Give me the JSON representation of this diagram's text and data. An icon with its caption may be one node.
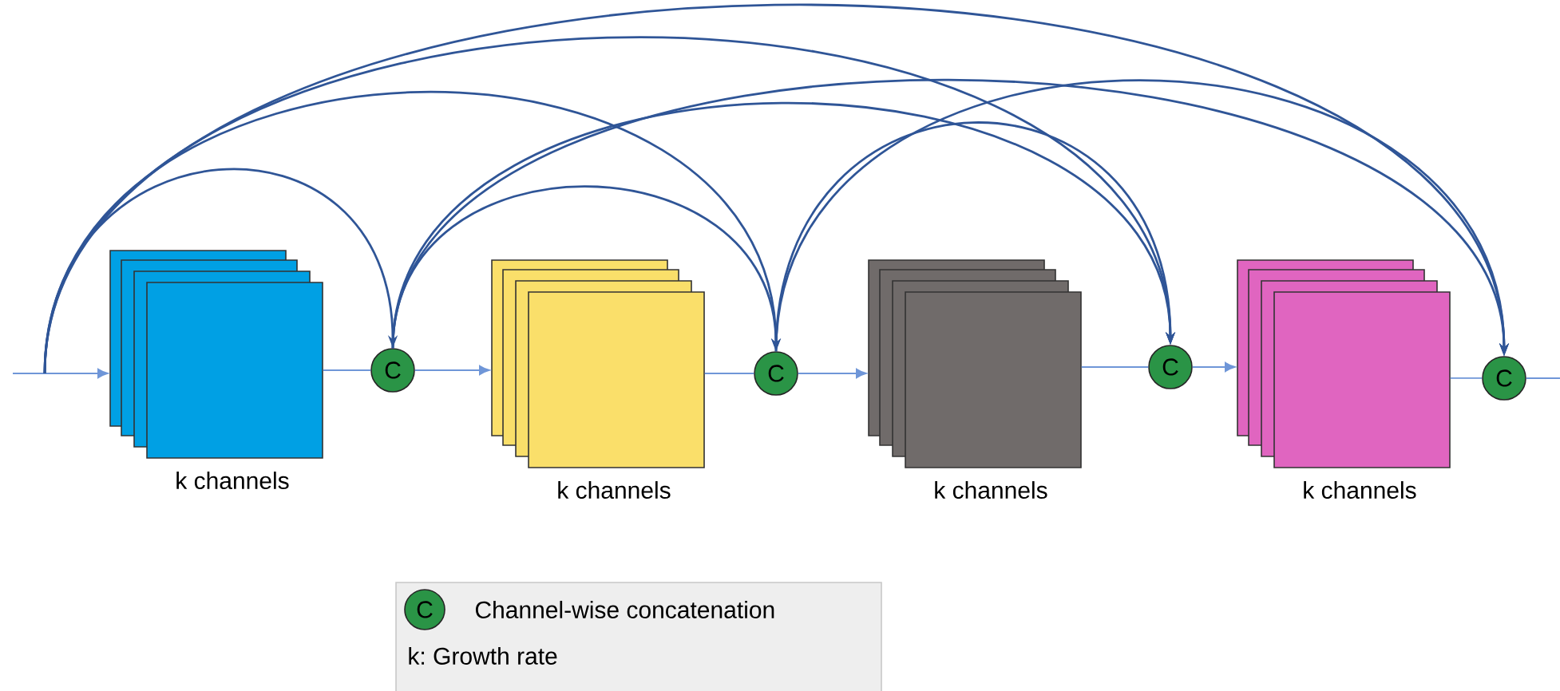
{
  "diagram": {
    "nodes": [
      {
        "text": [],
        "shape": "box",
        "beside": [
          "k channels"
        ]
      },
      {
        "text": [
          "C"
        ]
      },
      {
        "text": [],
        "shape": "box",
        "beside": [
          "k channels"
        ]
      },
      {
        "text": [
          "C"
        ]
      },
      {
        "text": [],
        "shape": "box",
        "beside": [
          "k channels"
        ]
      },
      {
        "text": [
          "C"
        ]
      },
      {
        "text": [],
        "shape": "box",
        "beside": [
          "k channels"
        ]
      },
      {
        "text": [
          "C"
        ]
      }
    ],
    "edges": [
      {
        "from": null,
        "to": 0,
        "arrow": "to",
        "color": "#6f96d8"
      },
      {
        "from": 0,
        "to": 1,
        "arrow": "none",
        "color": "#6f96d8"
      },
      {
        "from": 1,
        "to": 2,
        "arrow": "to",
        "color": "#6f96d8"
      },
      {
        "from": 2,
        "to": 3,
        "arrow": "none",
        "color": "#6f96d8"
      },
      {
        "from": 3,
        "to": 4,
        "arrow": "to",
        "color": "#6f96d8"
      },
      {
        "from": 4,
        "to": 5,
        "arrow": "none",
        "color": "#6f96d8"
      },
      {
        "from": 5,
        "to": 6,
        "arrow": "to",
        "color": "#6f96d8"
      },
      {
        "from": 6,
        "to": 7,
        "arrow": "none",
        "color": "#6f96d8"
      },
      {
        "from": 7,
        "to": null,
        "arrow": "none",
        "color": "#6f96d8"
      },
      {
        "from": null,
        "to": 1,
        "arrow": "to",
        "color": "#2f5597"
      },
      {
        "from": null,
        "to": 3,
        "arrow": "to",
        "color": "#2f5597"
      },
      {
        "from": null,
        "to": 5,
        "arrow": "to",
        "color": "#2f5597"
      },
      {
        "from": null,
        "to": 7,
        "arrow": "to",
        "color": "#2f5597"
      },
      {
        "from": 1,
        "to": 3,
        "arrow": "to",
        "color": "#2f5597"
      },
      {
        "from": 1,
        "to": 5,
        "arrow": "to",
        "color": "#2f5597"
      },
      {
        "from": 1,
        "to": 7,
        "arrow": "to",
        "color": "#2f5597"
      },
      {
        "from": 3,
        "to": 5,
        "arrow": "to",
        "color": "#2f5597"
      },
      {
        "from": 3,
        "to": 7,
        "arrow": "to",
        "color": "#2f5597"
      }
    ],
    "labels": [
      "C"
    ],
    "legend": [
      {
        "text": "Channel-wise concatenation"
      },
      {
        "text": "k: Growth rate"
      }
    ]
  }
}
